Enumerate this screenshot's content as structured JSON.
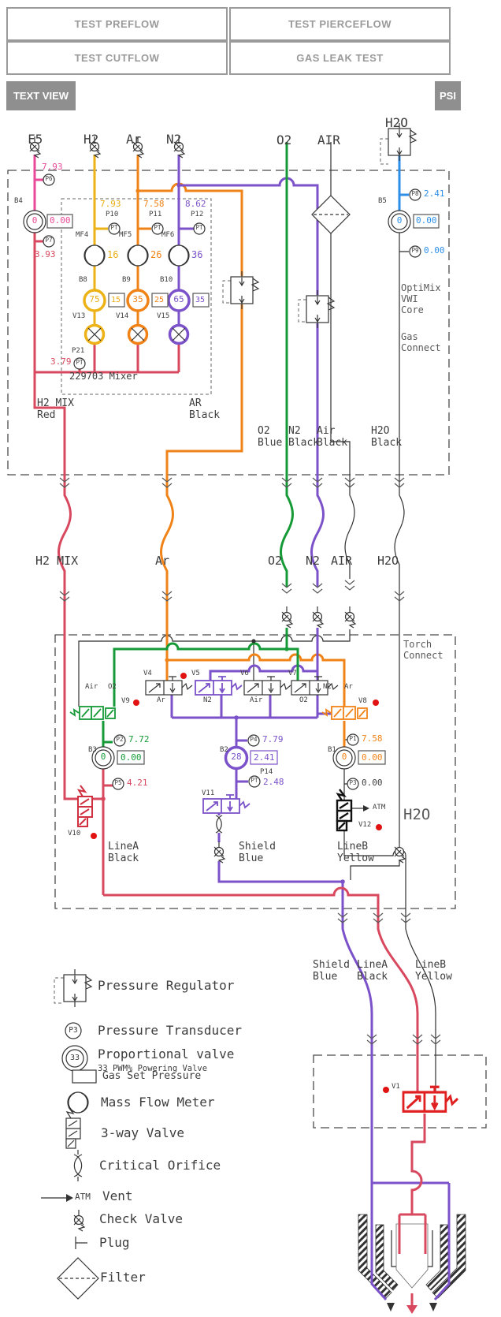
{
  "toolbar": {
    "test_preflow": "TEST PREFLOW",
    "test_pierceflow": "TEST PIERCEFLOW",
    "test_cutflow": "TEST CUTFLOW",
    "gas_leak_test": "GAS LEAK TEST",
    "text_view": "TEXT VIEW",
    "units": "PSI"
  },
  "colors": {
    "pink": "#e84a98",
    "crimson": "#d8495f",
    "yellow": "#ecb217",
    "orange": "#f08318",
    "purple": "#7b52c9",
    "green": "#169a37",
    "blue": "#2d8fe8",
    "red_dot": "#e11212"
  },
  "sources": {
    "f5": "F5",
    "h2": "H2",
    "ar": "Ar",
    "n2": "N2",
    "o2": "O2",
    "air": "AIR",
    "h2o": "H2O"
  },
  "mixer": {
    "label": "229703 Mixer",
    "mf4": {
      "id": "MF4",
      "value": "16"
    },
    "mf5": {
      "id": "MF5",
      "value": "26"
    },
    "mf6": {
      "id": "MF6",
      "value": "36"
    },
    "b8": {
      "id": "B8",
      "value": "75",
      "set": "15"
    },
    "b9": {
      "id": "B9",
      "value": "35",
      "set": "25"
    },
    "b10": {
      "id": "B10",
      "value": "65",
      "set": "35"
    },
    "v13": "V13",
    "v14": "V14",
    "v15": "V15"
  },
  "pt": {
    "p6": {
      "id": "P6",
      "value": "7.93"
    },
    "p7": {
      "id": "P7",
      "value": "3.93"
    },
    "p10": {
      "id": "P10",
      "tag": "PT",
      "value": "7.93"
    },
    "p11": {
      "id": "P11",
      "tag": "PT",
      "value": "7.58"
    },
    "p12": {
      "id": "P12",
      "tag": "PT",
      "value": "8.62"
    },
    "p21": {
      "id": "P21",
      "tag": "PT",
      "value": "3.79"
    },
    "p8": {
      "id": "P8",
      "value": "2.41"
    },
    "p9": {
      "id": "P9",
      "value": "0.00"
    },
    "p2": {
      "id": "P2",
      "value": "7.72"
    },
    "p4": {
      "id": "P4",
      "value": "7.79"
    },
    "p1": {
      "id": "P1",
      "value": "7.58"
    },
    "p5": {
      "id": "P5",
      "value": "4.21"
    },
    "p14": {
      "id": "P14",
      "tag": "PT",
      "value": "2.48"
    },
    "p3": {
      "id": "P3",
      "value": "0.00"
    }
  },
  "bvalves": {
    "b4": {
      "id": "B4",
      "value": "0",
      "set": "0.00"
    },
    "b5": {
      "id": "B5",
      "value": "0",
      "set": "0.00"
    },
    "b3": {
      "id": "B3",
      "value": "0",
      "set": "0.00"
    },
    "b2": {
      "id": "B2",
      "value": "28",
      "set": "2.41"
    },
    "b1": {
      "id": "B1",
      "value": "0",
      "set": "0.00"
    }
  },
  "tvalves": {
    "v4": {
      "id": "V4",
      "out": "Ar"
    },
    "v5": {
      "id": "V5",
      "out": "N2"
    },
    "v6": {
      "id": "V6",
      "out": "Air"
    },
    "v7": {
      "id": "V7",
      "out": "O2"
    },
    "v9": {
      "id": "V9",
      "in_left": "Air",
      "in_right": "O2"
    },
    "v8": {
      "id": "V8",
      "in_left": "N2",
      "in_right": "Ar"
    },
    "v10": "V10",
    "v11": "V11",
    "v12": {
      "id": "V12",
      "vent": "ATM"
    },
    "v1": "V1"
  },
  "pipes": {
    "h2mix": "H2 MIX\nRed",
    "ar": "AR\nBlack",
    "o2": "O2\nBlue",
    "n2": "N2\nBlack",
    "air": "Air\nBlack",
    "h2o": "H2O\nBlack",
    "hose_h2mix": "H2 MIX",
    "hose_ar": "Ar",
    "hose_o2": "O2",
    "hose_n2": "N2",
    "hose_air": "AIR",
    "hose_h2o": "H2O",
    "linea": "LineA\nBlack",
    "shield": "Shield\nBlue",
    "lineb": "LineB\nYellow",
    "h2o_big": "H2O",
    "out_shield": "Shield\nBlue",
    "out_linea": "LineA\nBlack",
    "out_lineb": "LineB\nYellow"
  },
  "notes": {
    "optimix": "OptiMix\nVWI\nCore",
    "gas_connect": "Gas\nConnect",
    "torch_connect": "Torch\nConnect"
  },
  "legend": {
    "regulator": "Pressure Regulator",
    "transducer": "Pressure Transducer",
    "transducer_sym": "P3",
    "prop": "Proportional valve",
    "prop_sym": "33",
    "prop_sub": "33 PWM% Powering Valve",
    "gas_set": "Gas Set Pressure",
    "mass_flow": "Mass Flow Meter",
    "three_way": "3-way Valve",
    "orifice": "Critical Orifice",
    "atm": "ATM",
    "vent": "Vent",
    "check": "Check Valve",
    "plug": "Plug",
    "filter": "Filter"
  }
}
